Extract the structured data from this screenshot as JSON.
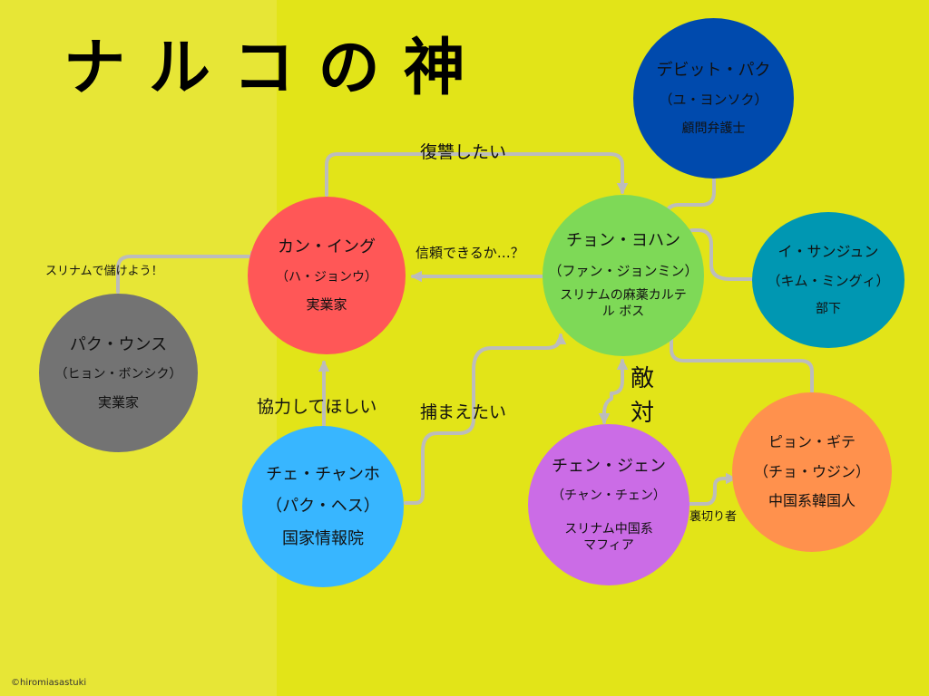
{
  "title": "ナルコの神",
  "colors": {
    "bg_left": "#e7e636",
    "bg_right": "#e2e418",
    "arrow": "#bcbcbc"
  },
  "nodes": {
    "kang": {
      "name": "カン・イング",
      "reading": "（ハ・ジョンウ）",
      "role": "実業家",
      "color": "#ff5757"
    },
    "park": {
      "name": "パク・ウンス",
      "reading": "（ヒョン・ボンシク）",
      "role": "実業家",
      "color": "#737373"
    },
    "chae": {
      "name": "チェ・チャンホ",
      "reading": "（パク・ヘス）",
      "role": "国家情報院",
      "color": "#38b6ff"
    },
    "jeon": {
      "name": "チョン・ヨハン",
      "reading": "（ファン・ジョンミン）",
      "role": "スリナムの麻薬カルテル ボス",
      "color": "#7ed957"
    },
    "david": {
      "name": "デビット・パク",
      "reading": "（ユ・ヨンソク）",
      "role": "顧問弁護士",
      "color": "#004aad"
    },
    "lee": {
      "name": "イ・サンジュン",
      "reading": "（キム・ミングィ）",
      "role": "部下",
      "color": "#0097b2"
    },
    "chen": {
      "name": "チェン・ジェン",
      "reading": "（チャン・チェン）",
      "role": "スリナム中国系 マフィア",
      "color": "#cb6ce6"
    },
    "byeon": {
      "name": "ピョン・ギテ",
      "reading": "（チョ・ウジン）",
      "role": "中国系韓国人",
      "color": "#ff914d"
    }
  },
  "relations": {
    "revenge": "復讐したい",
    "trust": "信頼できるか…？",
    "suriname": "スリナムで儲けよう！",
    "cooperate": "協力してほしい",
    "catch": "捕まえたい",
    "enemy": "敵\n対",
    "betrayer": "裏切り者"
  },
  "copyright": "©hiromiasastuki"
}
